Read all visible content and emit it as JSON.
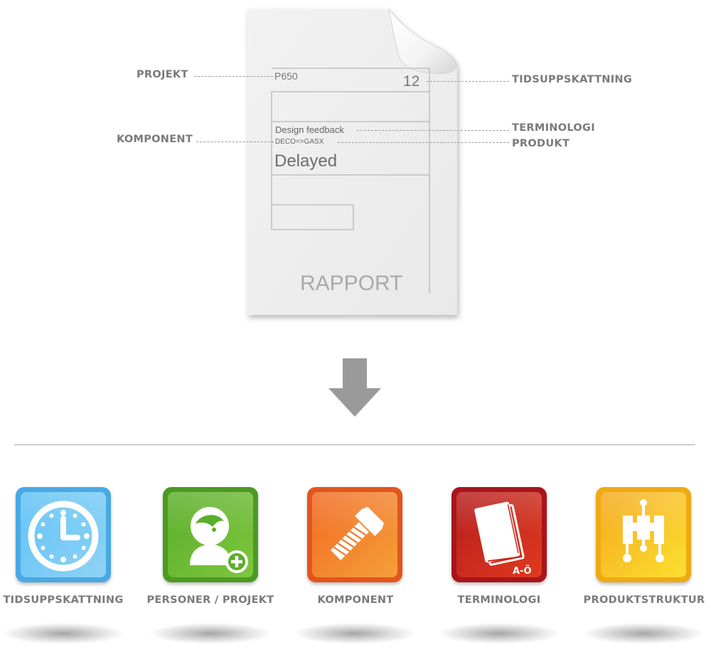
{
  "document": {
    "projekt": "P650",
    "tidsuppskattning": "12",
    "terminologi": "Design feedback",
    "produkt": "DECO=>GASX",
    "status": "Delayed",
    "footer": "RAPPORT"
  },
  "callouts": {
    "projekt": "PROJEKT",
    "komponent": "KOMPONENT",
    "tidsuppskattning": "TIDSUPPSKATTNING",
    "terminologi": "TERMINOLOGI",
    "produkt": "PRODUKT"
  },
  "tiles": [
    {
      "label": "TIDSUPPSKATTNING",
      "icon": "clock-icon",
      "color": "#5bbcf0"
    },
    {
      "label": "PERSONER / PROJEKT",
      "icon": "person-add-icon",
      "color": "#5fae2e"
    },
    {
      "label": "KOMPONENT",
      "icon": "bolt-icon",
      "color": "#f07a26"
    },
    {
      "label": "TERMINOLOGI",
      "icon": "book-icon",
      "color": "#c9271e",
      "badge": "A-Ö"
    },
    {
      "label": "PRODUKTSTRUKTUR",
      "icon": "product-structure-icon",
      "color": "#f5c21a"
    }
  ],
  "colors": {
    "arrow": "#9a9a9a",
    "label": "#7a7a7a"
  }
}
